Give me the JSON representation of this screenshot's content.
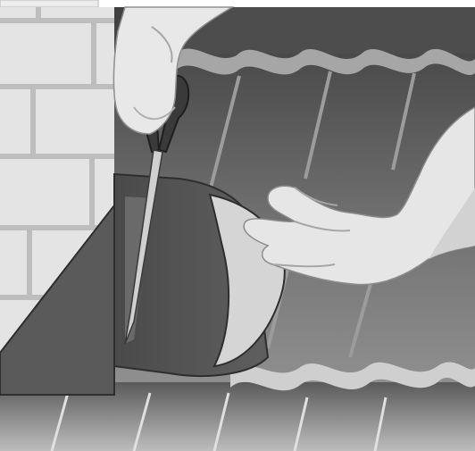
{
  "scene": {
    "subject": "",
    "elements": [
      "brick-wall",
      "roof-tiles",
      "flashing-sheet",
      "left-hand",
      "right-hand",
      "scissors"
    ]
  },
  "colors": {
    "background": "#ffffff",
    "wall": "#e4e4e4",
    "mortar": "#bdbdbd",
    "tile_dark": "#4c4c4c",
    "tile_mid": "#6a6a6a",
    "tile_highlight": "#a4a4a4",
    "membrane": "#575757",
    "membrane_light": "#d2d2d2",
    "skin": "#e7e7e7",
    "skin_shadow": "#c9c9c9",
    "scissor_handle": "#353535",
    "blade": "#cfcfcf",
    "outline": "#303030"
  }
}
